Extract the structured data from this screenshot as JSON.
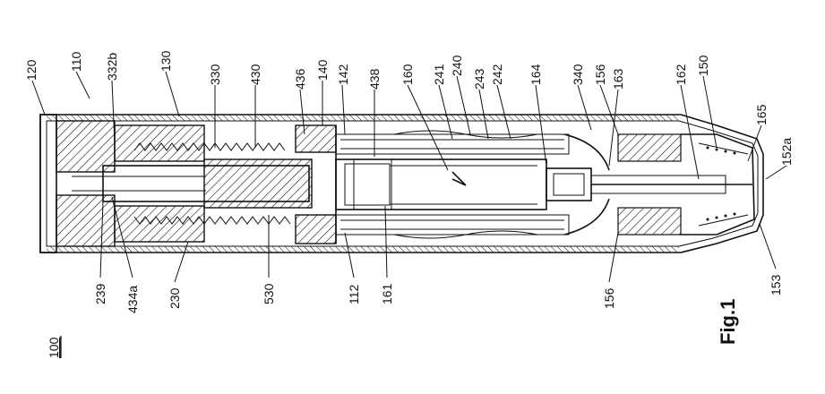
{
  "figure": {
    "title": "Fig.1",
    "reference": "100"
  },
  "labels_top": {
    "l120": "120",
    "l110": "110",
    "l332b": "332b",
    "l130": "130",
    "l330": "330",
    "l430": "430",
    "l436": "436",
    "l140": "140",
    "l142": "142",
    "l438": "438",
    "l160": "160",
    "l241": "241",
    "l240": "240",
    "l243": "243",
    "l242": "242",
    "l164": "164",
    "l340": "340",
    "l156a": "156",
    "l163": "163",
    "l162": "162",
    "l150": "150",
    "l165": "165",
    "l152a": "152a"
  },
  "labels_bottom": {
    "l239": "239",
    "l434a": "434a",
    "l230": "230",
    "l530": "530",
    "l112": "112",
    "l161": "161",
    "l156b": "156",
    "l153": "153"
  }
}
